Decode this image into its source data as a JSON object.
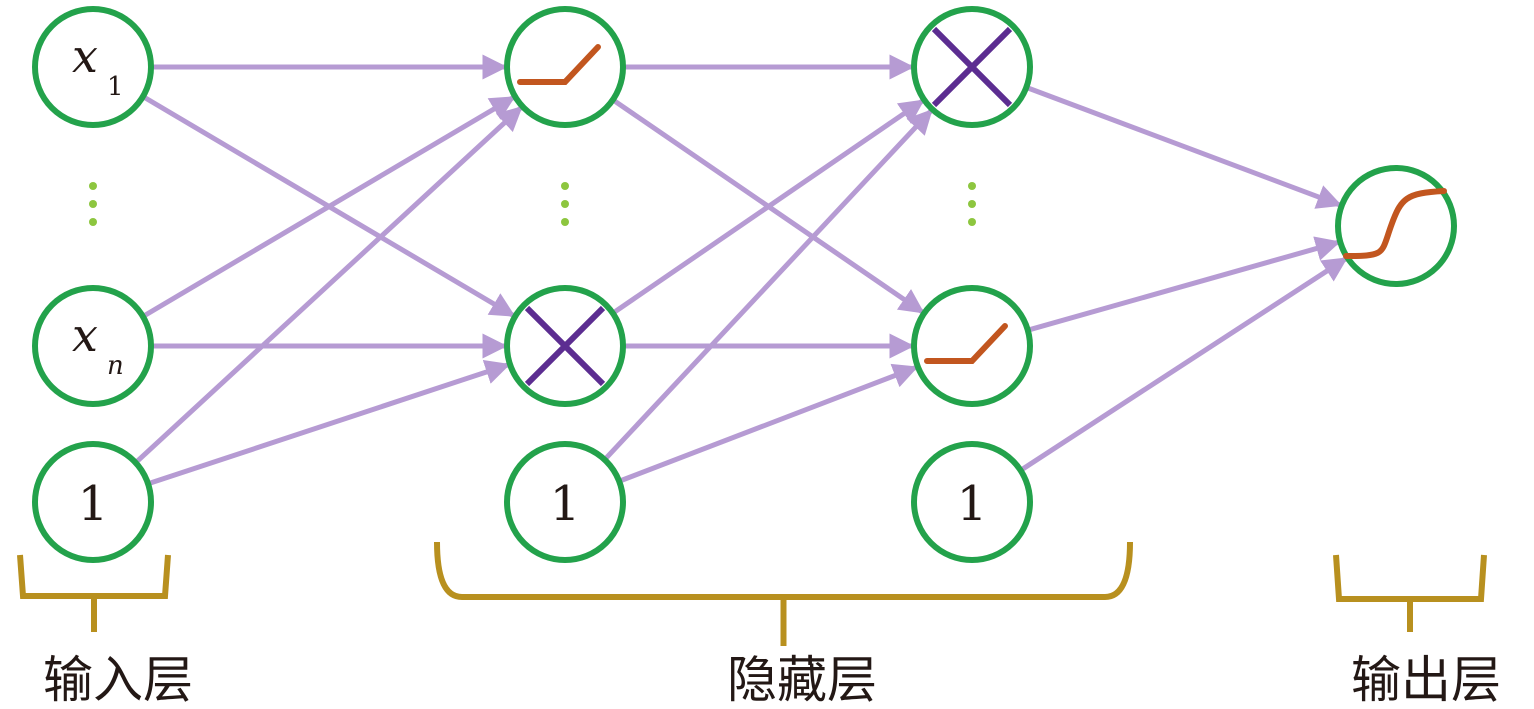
{
  "colors": {
    "node_stroke": "#23a24b",
    "edge": "#b69bd3",
    "relu": "#c2561f",
    "dropout_x": "#5c2d91",
    "ellipsis_dots": "#8dc63f",
    "bracket": "#b8901f",
    "text": "#231815"
  },
  "layers": {
    "input": {
      "label": "输入层",
      "nodes": [
        {
          "var": "x",
          "sub": "1"
        },
        {
          "var": "x",
          "sub": "n"
        },
        {
          "text": "1"
        }
      ]
    },
    "hidden": {
      "label": "隐藏层"
    },
    "output": {
      "label": "输出层"
    }
  },
  "hidden1": {
    "nodes": [
      {
        "icon": "relu"
      },
      {
        "icon": "dropout-x"
      },
      {
        "text": "1"
      }
    ]
  },
  "hidden2": {
    "nodes": [
      {
        "icon": "dropout-x"
      },
      {
        "icon": "relu"
      },
      {
        "text": "1"
      }
    ]
  },
  "output_node": {
    "icon": "sigmoid"
  }
}
